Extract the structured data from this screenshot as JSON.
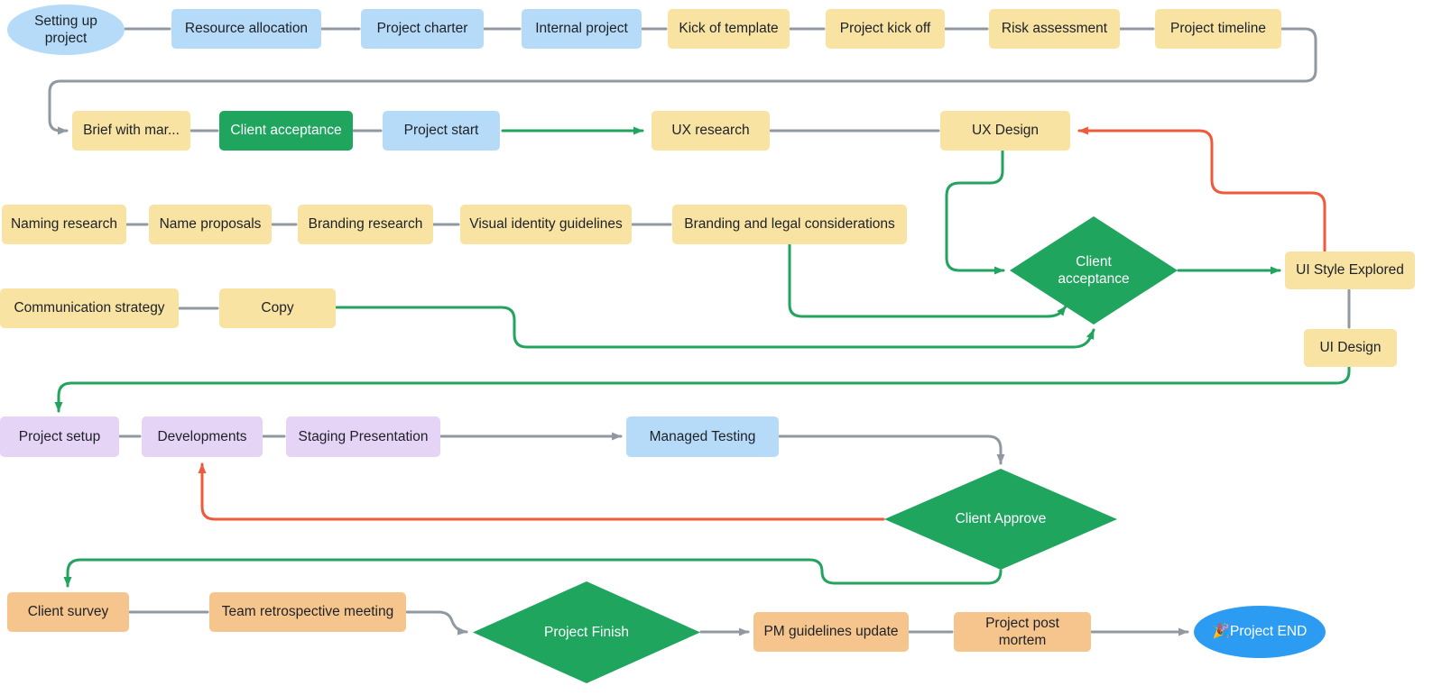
{
  "diagram": {
    "type": "flowchart",
    "background": "#ffffff",
    "palette": {
      "blue_node": "#b5dbf8",
      "yellow_node": "#f8e3a3",
      "green_node": "#1fa55e",
      "purple_node": "#e6d4f7",
      "orange_node": "#f6c58d",
      "end_node_blue": "#2b9cf2",
      "gray_edge": "#9099a1",
      "green_edge": "#22a45f",
      "red_edge": "#ee5a3a",
      "dark_text": "#1d2127",
      "light_text": "#ffffff"
    },
    "nodes": {
      "setting_up_project": {
        "label": "Setting up project",
        "shape": "ellipse",
        "color": "blue"
      },
      "resource_allocation": {
        "label": "Resource allocation",
        "shape": "rect",
        "color": "blue"
      },
      "project_charter": {
        "label": "Project charter",
        "shape": "rect",
        "color": "blue"
      },
      "internal_project": {
        "label": "Internal project",
        "shape": "rect",
        "color": "blue"
      },
      "kick_of_template": {
        "label": "Kick of template",
        "shape": "rect",
        "color": "yellow"
      },
      "project_kick_off": {
        "label": "Project kick off",
        "shape": "rect",
        "color": "yellow"
      },
      "risk_assessment": {
        "label": "Risk assessment",
        "shape": "rect",
        "color": "yellow"
      },
      "project_timeline": {
        "label": "Project timeline",
        "shape": "rect",
        "color": "yellow"
      },
      "brief_with_mar": {
        "label": "Brief with mar...",
        "shape": "rect",
        "color": "yellow"
      },
      "client_acceptance_box": {
        "label": "Client acceptance",
        "shape": "rect",
        "color": "green"
      },
      "project_start": {
        "label": "Project start",
        "shape": "rect",
        "color": "blue"
      },
      "ux_research": {
        "label": "UX research",
        "shape": "rect",
        "color": "yellow"
      },
      "ux_design": {
        "label": "UX Design",
        "shape": "rect",
        "color": "yellow"
      },
      "naming_research": {
        "label": "Naming research",
        "shape": "rect",
        "color": "yellow"
      },
      "name_proposals": {
        "label": "Name proposals",
        "shape": "rect",
        "color": "yellow"
      },
      "branding_research": {
        "label": "Branding research",
        "shape": "rect",
        "color": "yellow"
      },
      "visual_identity_guidelines": {
        "label": "Visual identity guidelines",
        "shape": "rect",
        "color": "yellow"
      },
      "branding_and_legal": {
        "label": "Branding and legal considerations",
        "shape": "rect",
        "color": "yellow"
      },
      "client_acceptance_diamond": {
        "label": "Client acceptance",
        "shape": "diamond",
        "color": "green"
      },
      "ui_style_explored": {
        "label": "UI Style Explored",
        "shape": "rect",
        "color": "yellow"
      },
      "communication_strategy": {
        "label": "Communication strategy",
        "shape": "rect",
        "color": "yellow"
      },
      "copy": {
        "label": "Copy",
        "shape": "rect",
        "color": "yellow"
      },
      "ui_design": {
        "label": "UI Design",
        "shape": "rect",
        "color": "yellow"
      },
      "project_setup": {
        "label": "Project setup",
        "shape": "rect",
        "color": "purple"
      },
      "developments": {
        "label": "Developments",
        "shape": "rect",
        "color": "purple"
      },
      "staging_presentation": {
        "label": "Staging Presentation",
        "shape": "rect",
        "color": "purple"
      },
      "managed_testing": {
        "label": "Managed Testing",
        "shape": "rect",
        "color": "blue"
      },
      "client_approve": {
        "label": "Client Approve",
        "shape": "diamond",
        "color": "green"
      },
      "client_survey": {
        "label": "Client survey",
        "shape": "rect",
        "color": "orange"
      },
      "team_retrospective_meeting": {
        "label": "Team retrospective meeting",
        "shape": "rect",
        "color": "orange"
      },
      "project_finish": {
        "label": "Project Finish",
        "shape": "diamond",
        "color": "green"
      },
      "pm_guidelines_update": {
        "label": "PM guidelines update",
        "shape": "rect",
        "color": "orange"
      },
      "project_post_mortem": {
        "label": "Project post mortem",
        "shape": "rect",
        "color": "orange"
      },
      "project_end": {
        "label": "🎉Project END",
        "shape": "ellipse",
        "color": "end_blue"
      }
    },
    "edges": [
      {
        "from": "setting_up_project",
        "to": "resource_allocation",
        "color": "gray"
      },
      {
        "from": "resource_allocation",
        "to": "project_charter",
        "color": "gray"
      },
      {
        "from": "project_charter",
        "to": "internal_project",
        "color": "gray"
      },
      {
        "from": "internal_project",
        "to": "kick_of_template",
        "color": "gray"
      },
      {
        "from": "kick_of_template",
        "to": "project_kick_off",
        "color": "gray"
      },
      {
        "from": "project_kick_off",
        "to": "risk_assessment",
        "color": "gray"
      },
      {
        "from": "risk_assessment",
        "to": "project_timeline",
        "color": "gray"
      },
      {
        "from": "project_timeline",
        "to": "brief_with_mar",
        "color": "gray"
      },
      {
        "from": "brief_with_mar",
        "to": "client_acceptance_box",
        "color": "gray"
      },
      {
        "from": "client_acceptance_box",
        "to": "project_start",
        "color": "gray"
      },
      {
        "from": "project_start",
        "to": "ux_research",
        "color": "green"
      },
      {
        "from": "ux_research",
        "to": "ux_design",
        "color": "gray"
      },
      {
        "from": "ux_design",
        "to": "client_acceptance_diamond",
        "color": "green"
      },
      {
        "from": "naming_research",
        "to": "name_proposals",
        "color": "gray"
      },
      {
        "from": "name_proposals",
        "to": "branding_research",
        "color": "gray"
      },
      {
        "from": "branding_research",
        "to": "visual_identity_guidelines",
        "color": "gray"
      },
      {
        "from": "visual_identity_guidelines",
        "to": "branding_and_legal",
        "color": "gray"
      },
      {
        "from": "branding_and_legal",
        "to": "client_acceptance_diamond",
        "color": "green"
      },
      {
        "from": "communication_strategy",
        "to": "copy",
        "color": "gray"
      },
      {
        "from": "copy",
        "to": "client_acceptance_diamond",
        "color": "green"
      },
      {
        "from": "client_acceptance_diamond",
        "to": "ui_style_explored",
        "color": "green"
      },
      {
        "from": "ui_style_explored",
        "to": "ux_design",
        "color": "red"
      },
      {
        "from": "ui_style_explored",
        "to": "ui_design",
        "color": "gray"
      },
      {
        "from": "ui_design",
        "to": "project_setup",
        "color": "green"
      },
      {
        "from": "project_setup",
        "to": "developments",
        "color": "gray"
      },
      {
        "from": "developments",
        "to": "staging_presentation",
        "color": "gray"
      },
      {
        "from": "staging_presentation",
        "to": "managed_testing",
        "color": "gray"
      },
      {
        "from": "managed_testing",
        "to": "client_approve",
        "color": "gray"
      },
      {
        "from": "client_approve",
        "to": "developments",
        "color": "red"
      },
      {
        "from": "client_approve",
        "to": "client_survey",
        "color": "green"
      },
      {
        "from": "client_survey",
        "to": "team_retrospective_meeting",
        "color": "gray"
      },
      {
        "from": "team_retrospective_meeting",
        "to": "project_finish",
        "color": "gray"
      },
      {
        "from": "project_finish",
        "to": "pm_guidelines_update",
        "color": "gray"
      },
      {
        "from": "pm_guidelines_update",
        "to": "project_post_mortem",
        "color": "gray"
      },
      {
        "from": "project_post_mortem",
        "to": "project_end",
        "color": "gray"
      }
    ]
  }
}
